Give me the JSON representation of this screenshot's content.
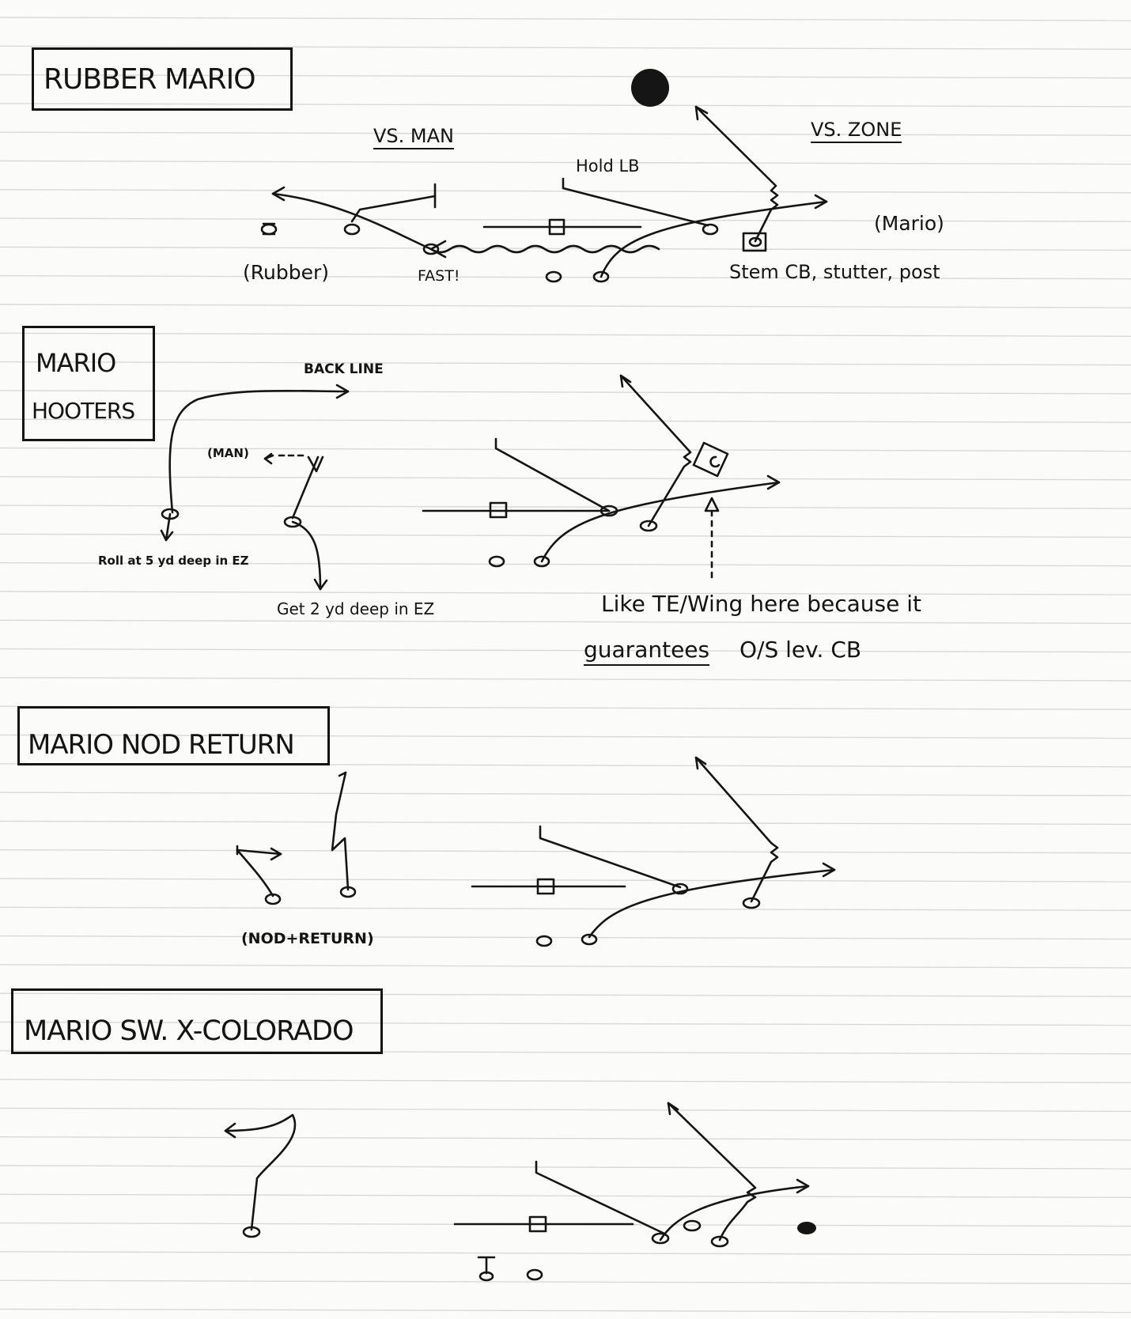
{
  "plays": [
    {
      "title": "RUBBER MARIO",
      "labels": {
        "vs_man": "VS. MAN",
        "vs_zone": "VS. ZONE",
        "hold_lb": "Hold LB",
        "rubber": "(Rubber)",
        "fast": "FAST!",
        "mario": "(Mario)",
        "stem": "Stem CB, stutter, post"
      }
    },
    {
      "title_line1": "MARIO",
      "title_line2": "HOOTERS",
      "labels": {
        "back_line": "BACK LINE",
        "man": "(MAN)",
        "roll": "Roll at 5 yd deep in EZ",
        "get2": "Get 2 yd deep in EZ",
        "note_line1": "Like TE/Wing here because it",
        "note_guarantees": "guarantees",
        "note_rest": "O/S lev. CB"
      }
    },
    {
      "title": "MARIO NOD RETURN",
      "labels": {
        "nod_return": "(NOD+RETURN)"
      }
    },
    {
      "title": "MARIO SW. X-COLORADO"
    }
  ],
  "colors": {
    "ink": "#151515",
    "paper": "#fbfbfa",
    "rule": "#d9d9d9"
  }
}
